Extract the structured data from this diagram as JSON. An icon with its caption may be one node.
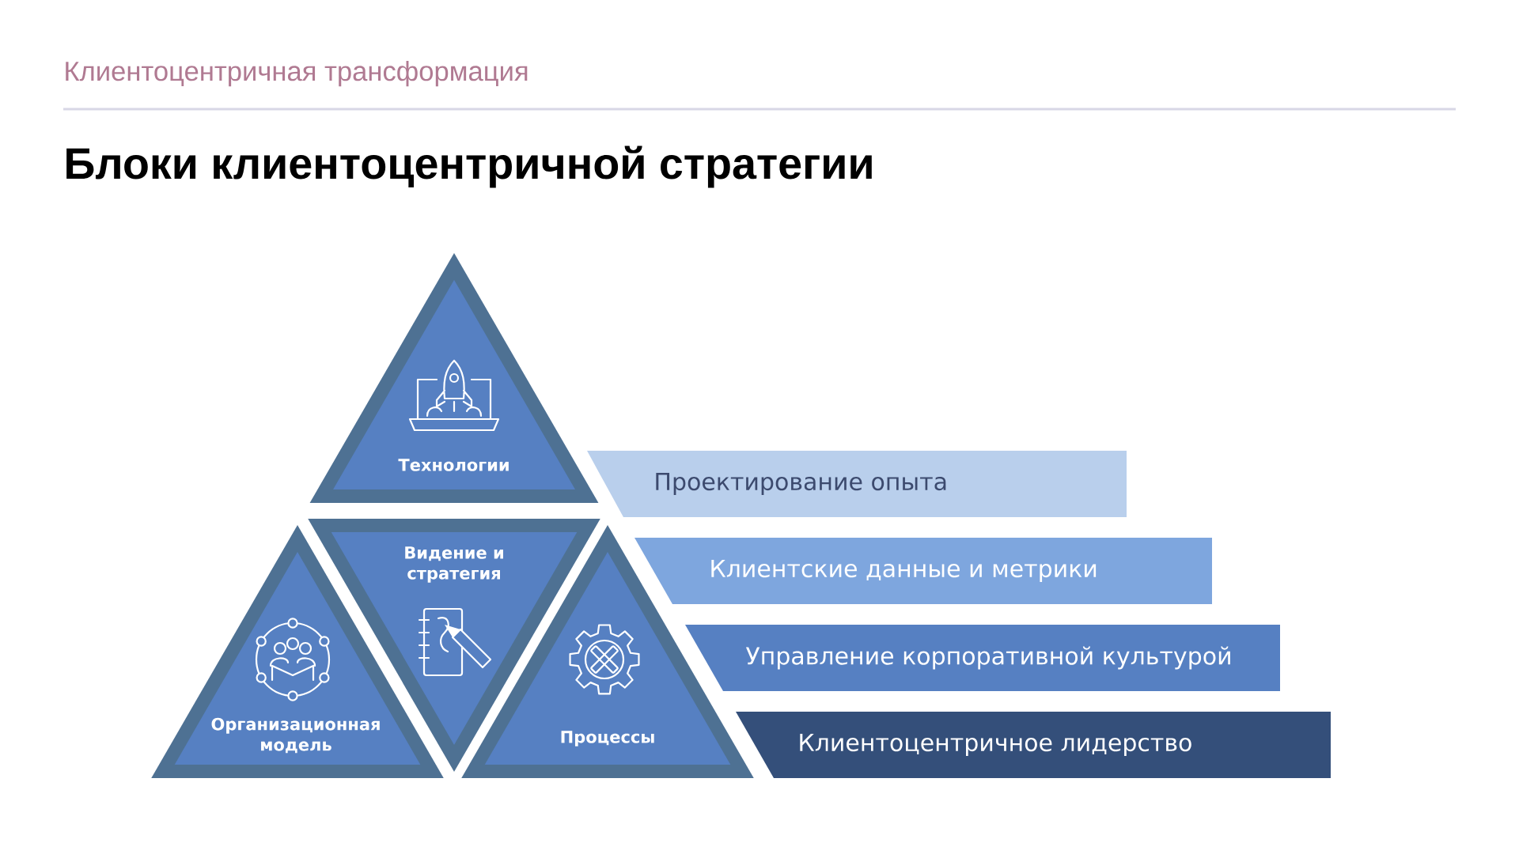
{
  "diagram": {
    "title": "Блоки клиентоцентричной стратегии",
    "nodes": [
      {
        "text": [
          "Технологии"
        ]
      },
      {
        "text": [
          "Видение и стратегия"
        ]
      },
      {
        "text": [
          "Организационная модель"
        ]
      },
      {
        "text": [
          "Процессы"
        ]
      },
      {
        "text": [
          "Проектирование опыта"
        ]
      },
      {
        "text": [
          "Клиентские данные и метрики"
        ]
      },
      {
        "text": [
          "Управление корпоративной культурой"
        ]
      },
      {
        "text": [
          "Клиентоцентричное лидерство"
        ]
      }
    ],
    "labels": [
      "Клиентоцентричная трансформация"
    ]
  }
}
